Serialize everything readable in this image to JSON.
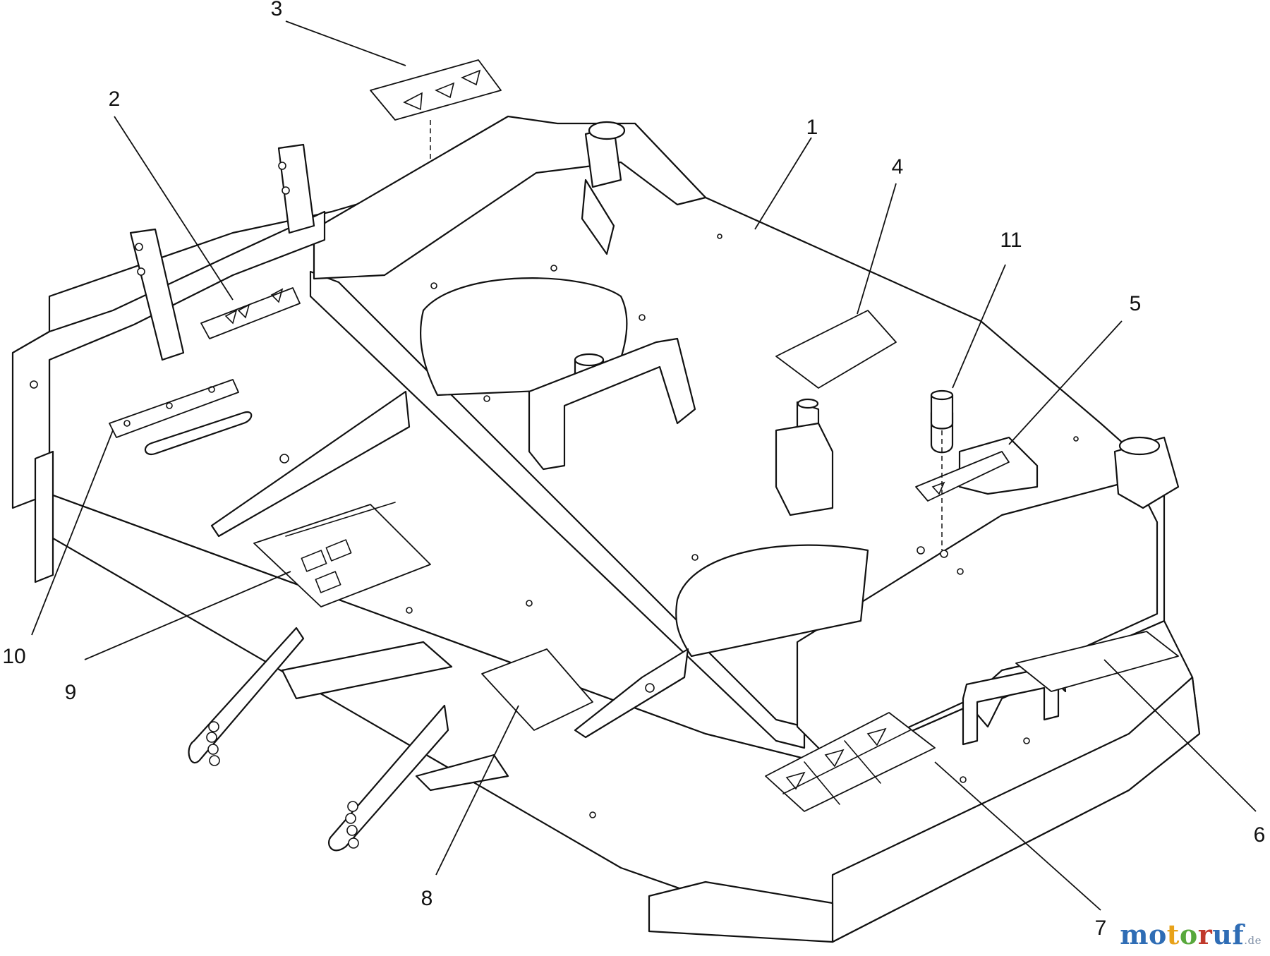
{
  "callouts": [
    {
      "id": "1",
      "label": "1"
    },
    {
      "id": "2",
      "label": "2"
    },
    {
      "id": "3",
      "label": "3"
    },
    {
      "id": "4",
      "label": "4"
    },
    {
      "id": "5",
      "label": "5"
    },
    {
      "id": "6",
      "label": "6"
    },
    {
      "id": "7",
      "label": "7"
    },
    {
      "id": "8",
      "label": "8"
    },
    {
      "id": "9",
      "label": "9"
    },
    {
      "id": "10",
      "label": "10"
    },
    {
      "id": "11",
      "label": "11"
    }
  ],
  "watermark": {
    "letters": [
      "m",
      "o",
      "t",
      "o",
      "r",
      "u",
      "f"
    ],
    "colors": [
      "#2f6db5",
      "#2f6db5",
      "#e8a21a",
      "#58a83c",
      "#c0392b",
      "#2f6db5",
      "#2f6db5"
    ],
    "suffix": ".de"
  },
  "colors": {
    "line": "#111111",
    "fill": "#ffffff"
  }
}
